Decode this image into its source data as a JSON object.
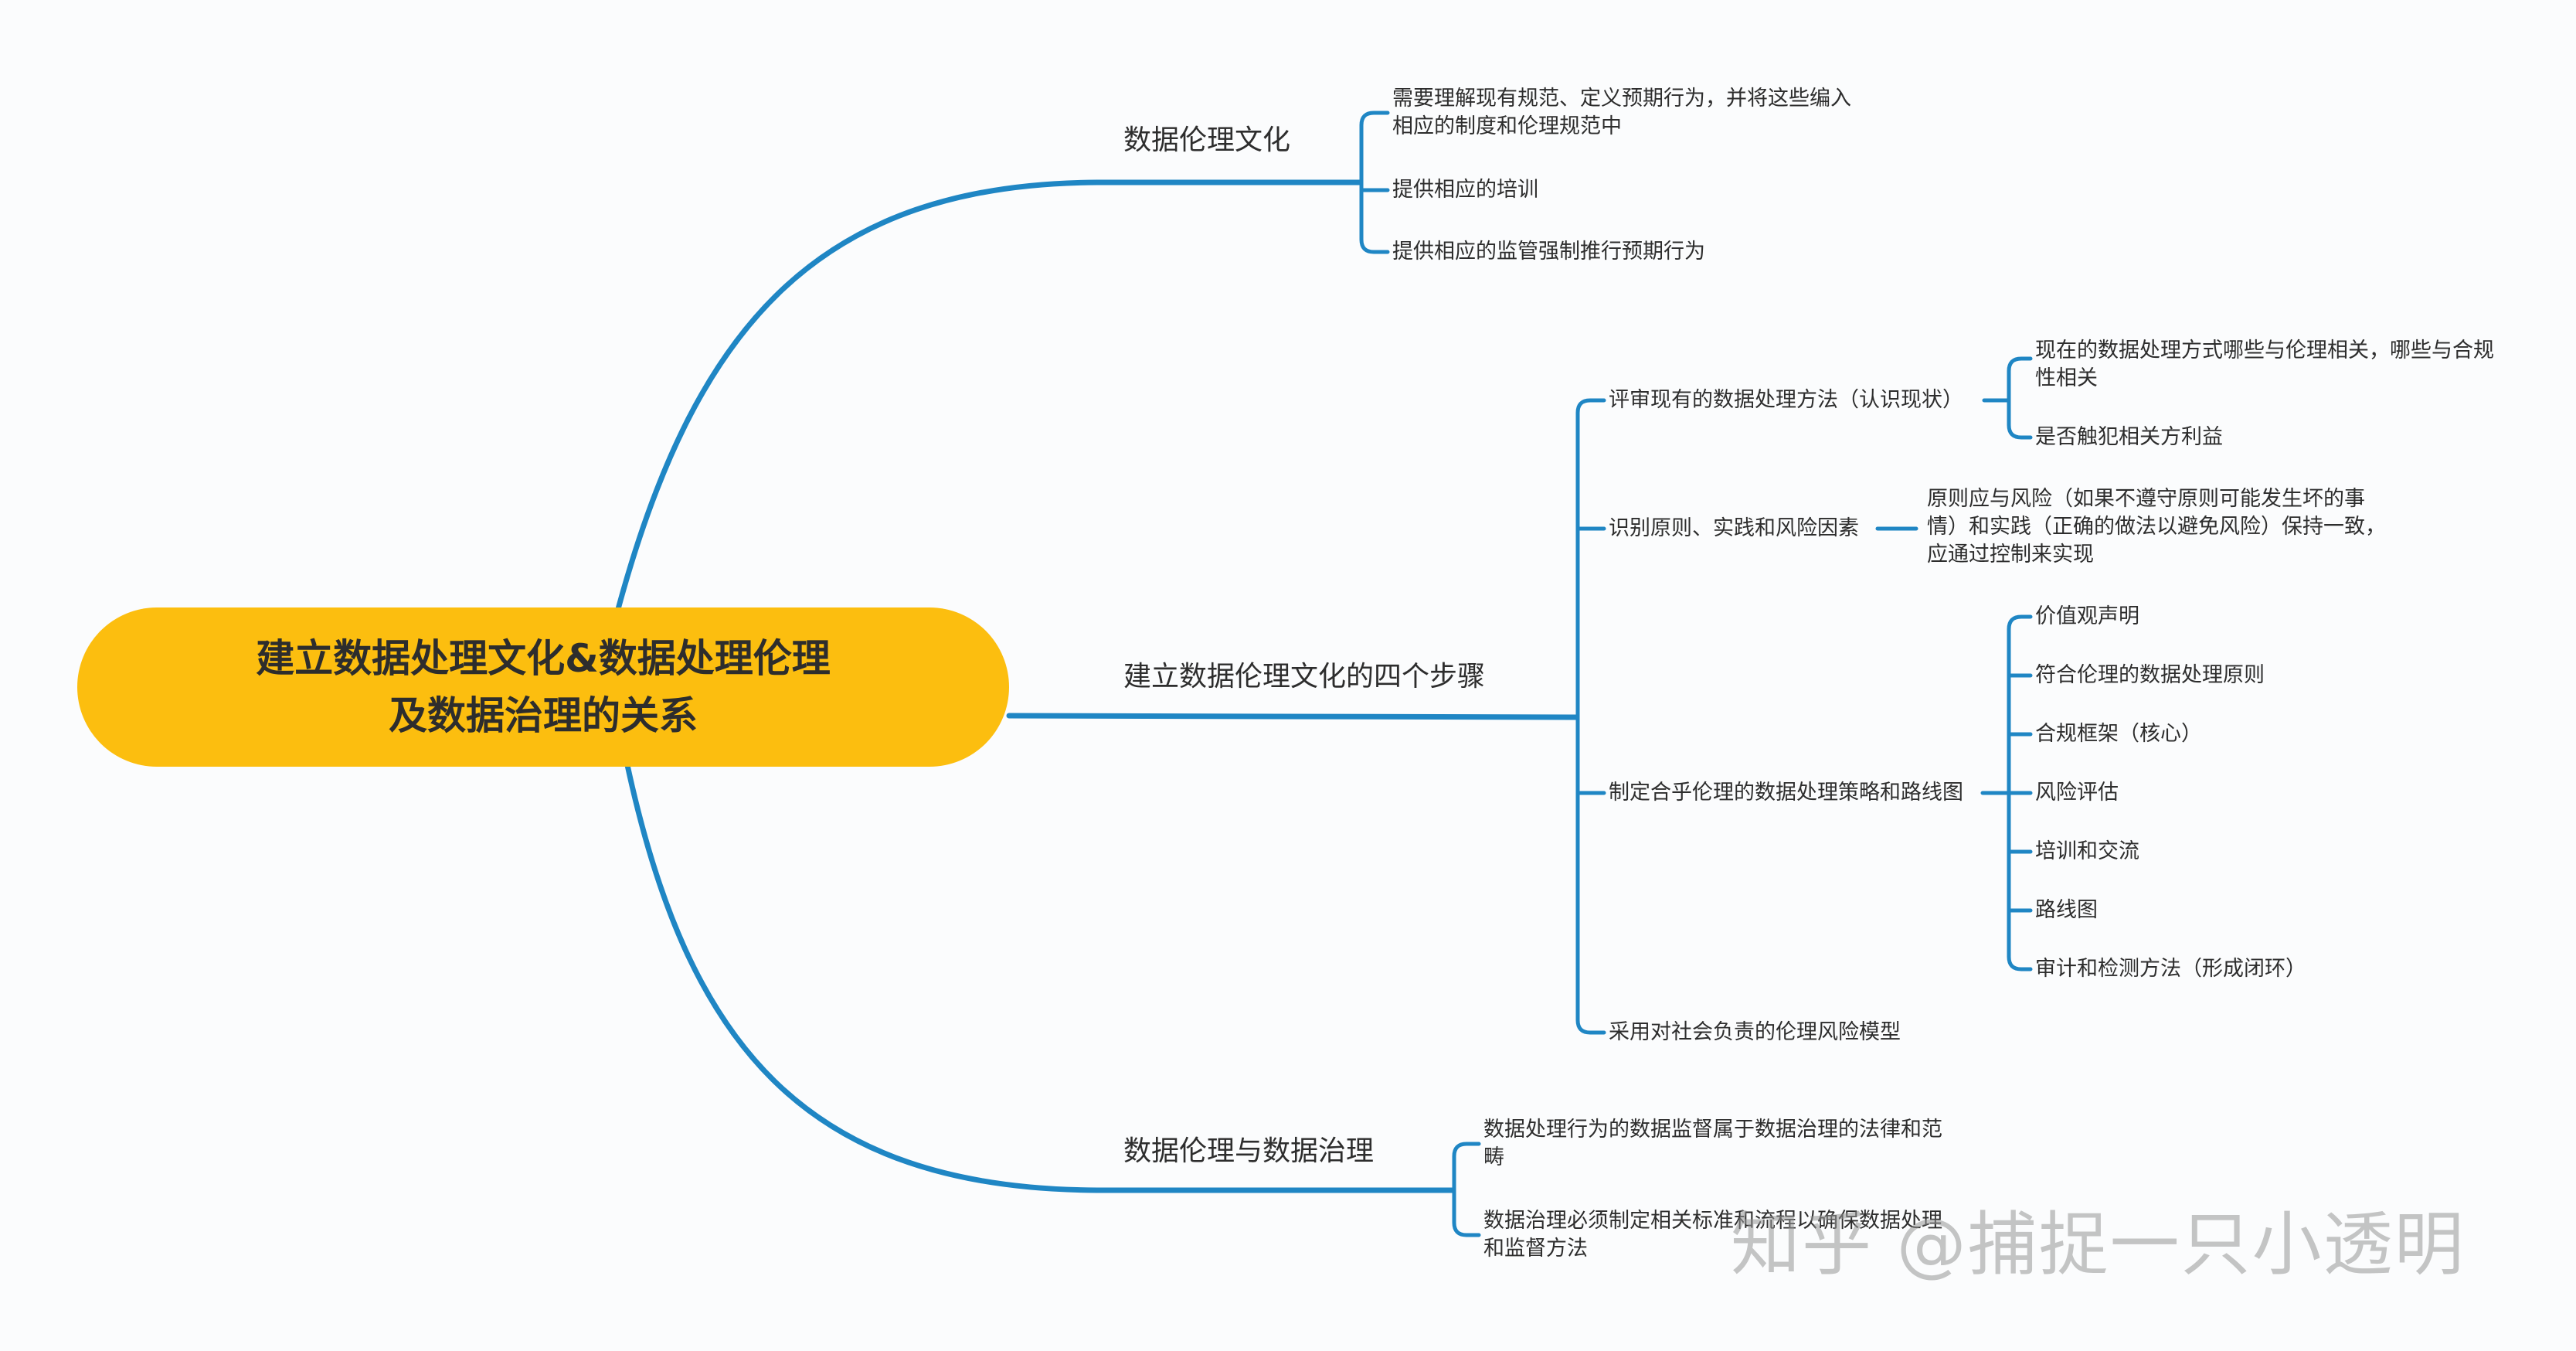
{
  "root": {
    "line1": "建立数据处理文化&数据处理伦理",
    "line2": "及数据治理的关系",
    "color": "#fcbe0f"
  },
  "connector_color": "#1f86c4",
  "branches": [
    {
      "title": "数据伦理文化",
      "items": [
        "需要理解现有规范、定义预期行为，并将这些编入相应的制度和伦理规范中",
        "提供相应的培训",
        "提供相应的监管强制推行预期行为"
      ]
    },
    {
      "title": "建立数据伦理文化的四个步骤",
      "steps": [
        {
          "label": "评审现有的数据处理方法（认识现状）",
          "items": [
            "现在的数据处理方式哪些与伦理相关，哪些与合规性相关",
            "是否触犯相关方利益"
          ]
        },
        {
          "label": "识别原则、实践和风险因素",
          "items": [
            "原则应与风险（如果不遵守原则可能发生坏的事情）和实践（正确的做法以避免风险）保持一致，应通过控制来实现"
          ]
        },
        {
          "label": "制定合乎伦理的数据处理策略和路线图",
          "items": [
            "价值观声明",
            "符合伦理的数据处理原则",
            "合规框架（核心）",
            "风险评估",
            "培训和交流",
            "路线图",
            "审计和检测方法（形成闭环）"
          ]
        },
        {
          "label": "采用对社会负责的伦理风险模型",
          "items": []
        }
      ]
    },
    {
      "title": "数据伦理与数据治理",
      "items": [
        "数据处理行为的数据监督属于数据治理的法律和范畴",
        "数据治理必须制定相关标准和流程以确保数据处理和监督方法"
      ]
    }
  ],
  "watermark": "知乎 @捕捉一只小透明"
}
